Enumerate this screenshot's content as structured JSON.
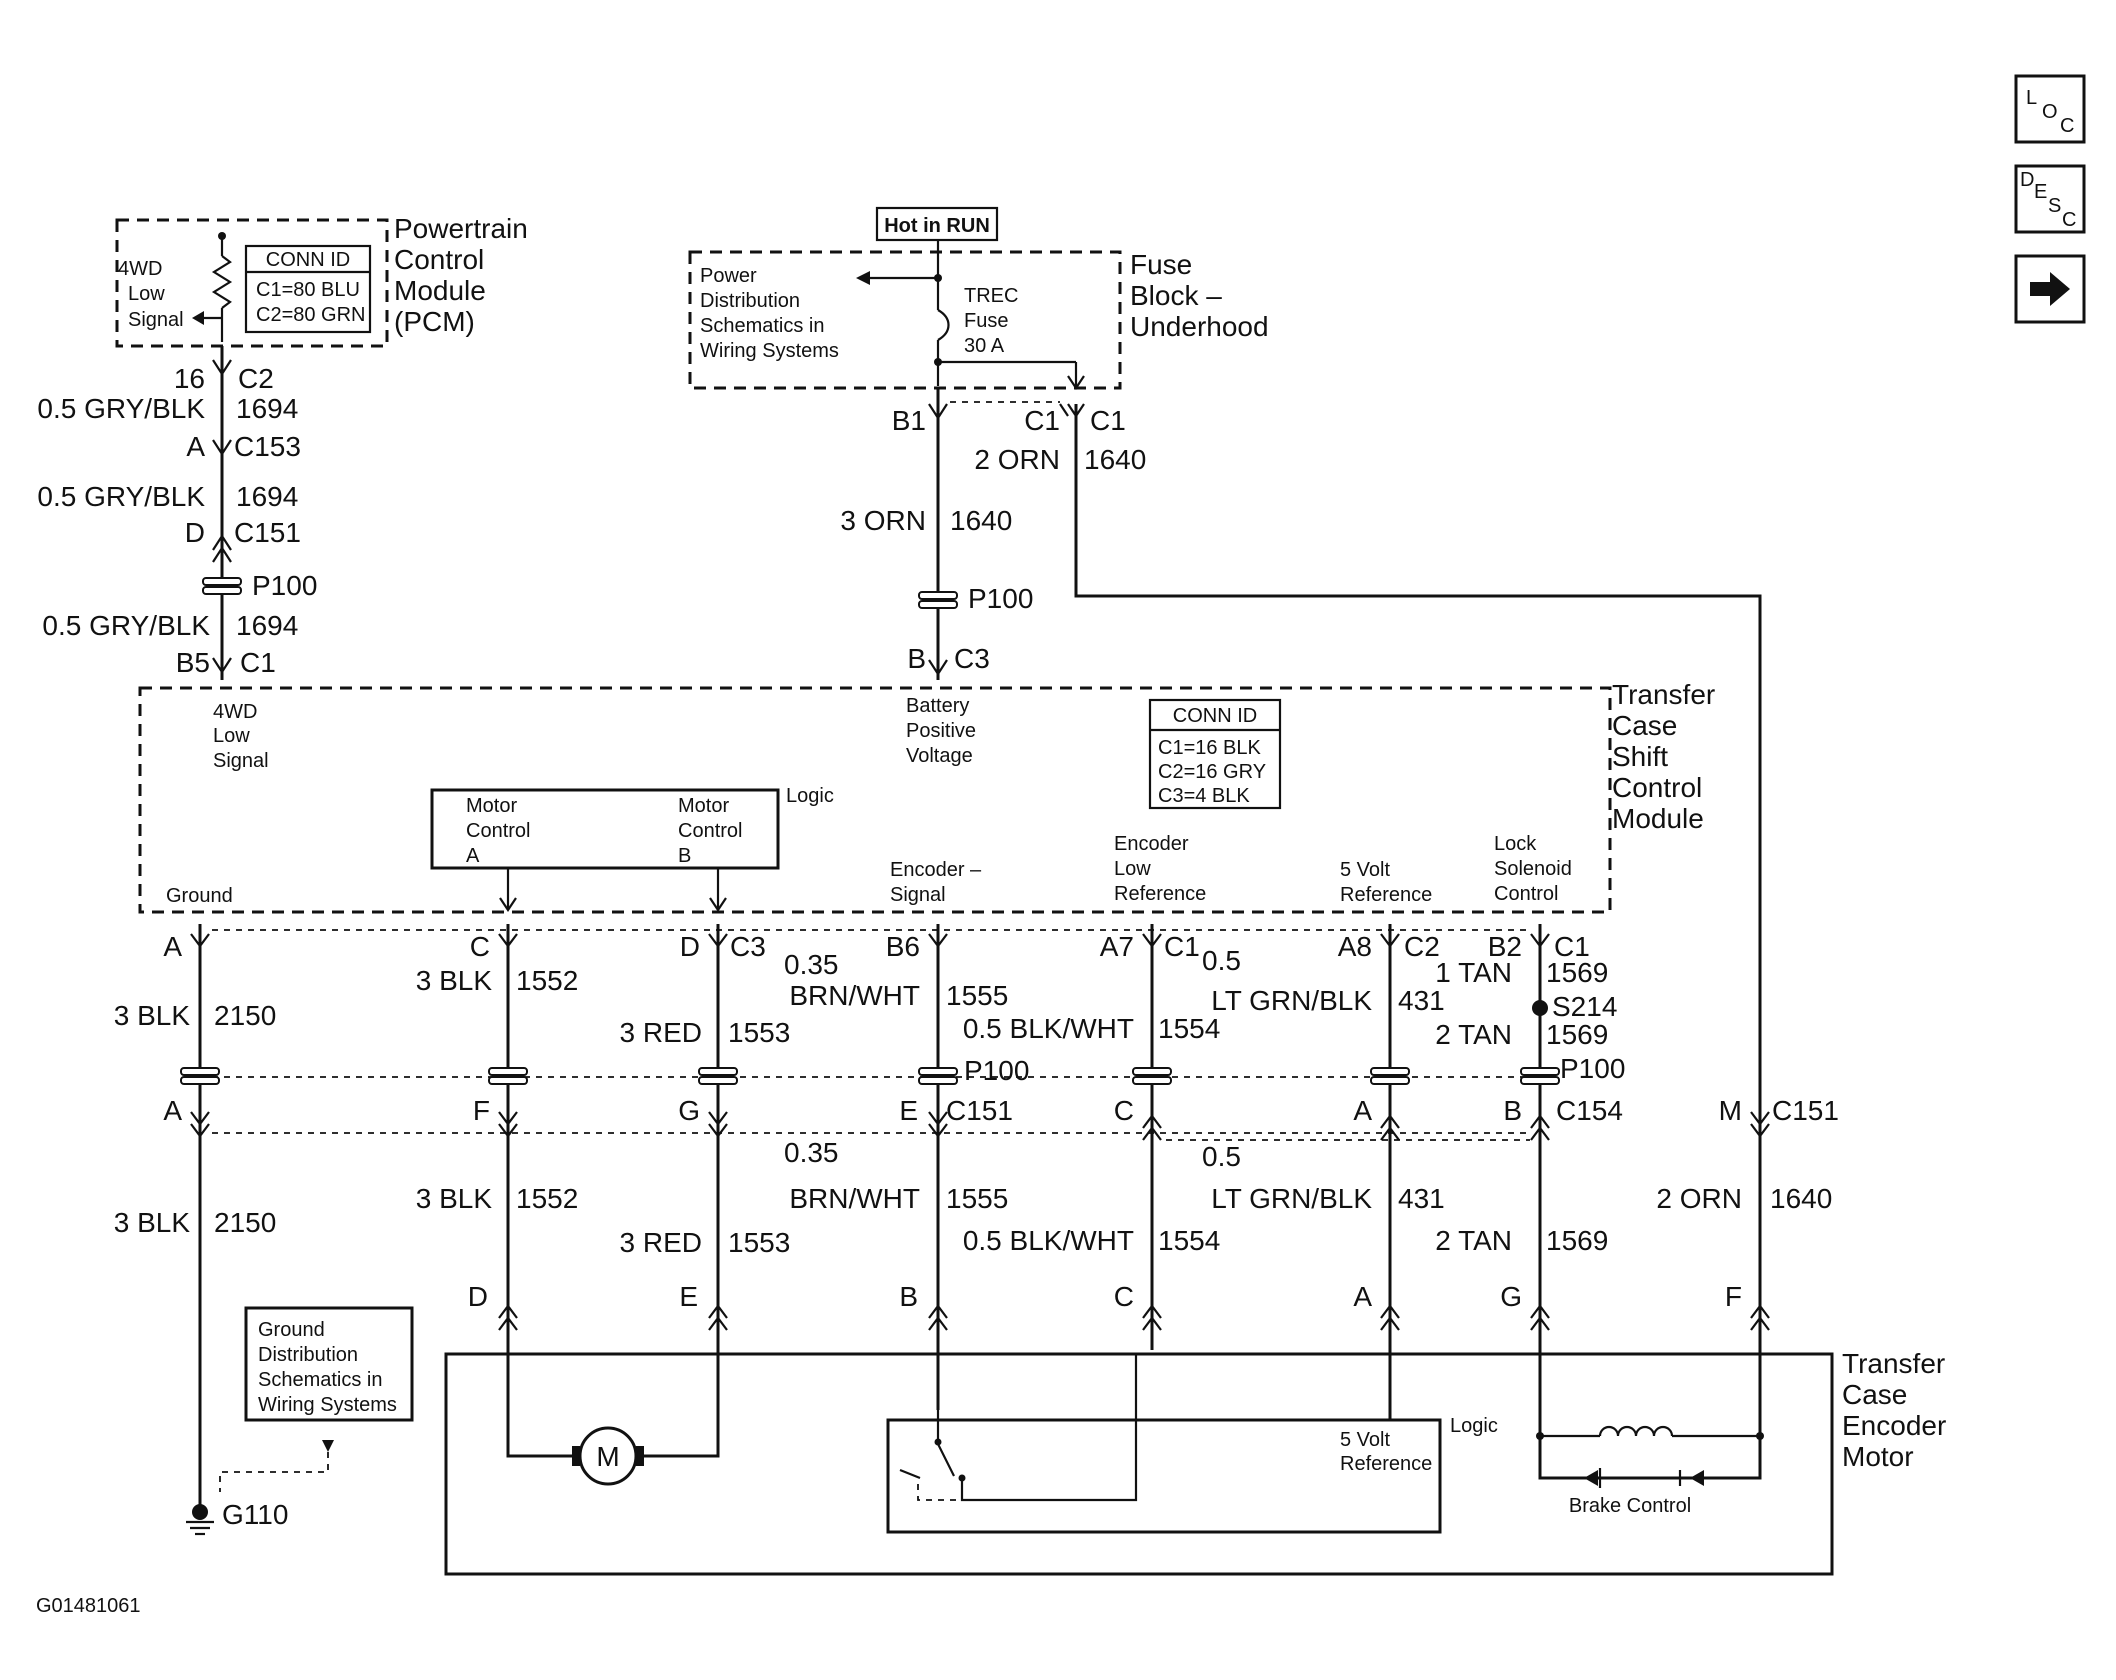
{
  "nav": {
    "loc": [
      "L",
      "O",
      "C"
    ],
    "desc": [
      "D",
      "E",
      "S",
      "C"
    ],
    "next_icon": "right-arrow-icon"
  },
  "pcm": {
    "title": [
      "Powertrain",
      "Control",
      "Module",
      "(PCM)"
    ],
    "signal": [
      "4WD",
      "Low",
      "Signal"
    ],
    "conn_title": "CONN ID",
    "conn": [
      "C1=80 BLU",
      "C2=80 GRN"
    ]
  },
  "fuse": {
    "hot": "Hot in RUN",
    "title": [
      "Fuse",
      "Block –",
      "Underhood"
    ],
    "power": [
      "Power",
      "Distribution",
      "Schematics in",
      "Wiring Systems"
    ],
    "fuse": [
      "TREC",
      "Fuse",
      "30 A"
    ]
  },
  "left_wire": {
    "pin1": "16",
    "conn1": "C2",
    "wire1": "0.5 GRY/BLK",
    "circ1": "1694",
    "pin2": "A",
    "conn2": "C153",
    "wire2": "0.5 GRY/BLK",
    "circ2": "1694",
    "pin3": "D",
    "conn3": "C151",
    "p100": "P100",
    "wire3": "0.5 GRY/BLK",
    "circ3": "1694",
    "pin4": "B5",
    "conn4": "C1"
  },
  "mid_wire": {
    "b1": "B1",
    "c1a": "C1",
    "c1b": "C1",
    "wire_orn2": "2 ORN",
    "circ_1640a": "1640",
    "wire_orn3": "3 ORN",
    "circ_1640b": "1640",
    "p100": "P100",
    "pinb": "B",
    "c3": "C3"
  },
  "tccm": {
    "title": [
      "Transfer",
      "Case",
      "Shift",
      "Control",
      "Module"
    ],
    "signal": [
      "4WD",
      "Low",
      "Signal"
    ],
    "battery": [
      "Battery",
      "Positive",
      "Voltage"
    ],
    "conn_title": "CONN ID",
    "conn": [
      "C1=16 BLK",
      "C2=16 GRY",
      "C3=4 BLK"
    ],
    "logic": "Logic",
    "motor_a": [
      "Motor",
      "Control",
      "A"
    ],
    "motor_b": [
      "Motor",
      "Control",
      "B"
    ],
    "ground": "Ground",
    "enc_signal": [
      "Encoder –",
      "Signal"
    ],
    "enc_low": [
      "Encoder",
      "Low",
      "Reference"
    ],
    "five_volt": [
      "5 Volt",
      "Reference"
    ],
    "lock": [
      "Lock",
      "Solenoid",
      "Control"
    ]
  },
  "upper": {
    "pA": "A",
    "pC": "C",
    "pD": "D",
    "c3": "C3",
    "pB6": "B6",
    "pA7": "A7",
    "c1": "C1",
    "v05": "0.5",
    "pA8": "A8",
    "c2": "C2",
    "pB2": "B2",
    "c1b": "C1",
    "blk3a": "3 BLK",
    "n2150a": "2150",
    "blk3b": "3 BLK",
    "n1552a": "1552",
    "red3a": "3 RED",
    "n1553a": "1553",
    "v035a": "0.35",
    "brnwhta": "BRN/WHT",
    "n1555a": "1555",
    "blkwht05a": "0.5 BLK/WHT",
    "n1554a": "1554",
    "ltgrna": "LT GRN/BLK",
    "n431a": "431",
    "tan1": "1 TAN",
    "n1569a": "1569",
    "s214": "S214",
    "tan2a": "2 TAN",
    "n1569b": "1569",
    "p100": "P100"
  },
  "lower": {
    "pA": "A",
    "pF": "F",
    "pG": "G",
    "pE": "E",
    "c151": "C151",
    "pC": "C",
    "pA2": "A",
    "pB": "B",
    "c154": "C154",
    "pM": "M",
    "c151b": "C151",
    "v035b": "0.35",
    "v05b": "0.5",
    "blk3c": "3 BLK",
    "n2150b": "2150",
    "blk3d": "3 BLK",
    "n1552b": "1552",
    "brnwhtb": "BRN/WHT",
    "n1555b": "1555",
    "ltgrnb": "LT GRN/BLK",
    "n431b": "431",
    "orn2": "2 ORN",
    "n1640": "1640",
    "red3b": "3 RED",
    "n1553b": "1553",
    "blkwht05b": "0.5 BLK/WHT",
    "n1554b": "1554",
    "tan2b": "2 TAN",
    "n1569c": "1569",
    "pD": "D",
    "pE2": "E",
    "pB2": "B",
    "pC2": "C",
    "pA3": "A",
    "pG2": "G",
    "pF2": "F"
  },
  "ground_box": [
    "Ground",
    "Distribution",
    "Schematics in",
    "Wiring Systems"
  ],
  "g110": "G110",
  "motor_unit": {
    "title": [
      "Transfer",
      "Case",
      "Encoder",
      "Motor"
    ],
    "motor": "M",
    "logic": "Logic",
    "five_volt": [
      "5 Volt",
      "Reference"
    ],
    "brake": "Brake Control"
  },
  "figure_id": "G01481061"
}
